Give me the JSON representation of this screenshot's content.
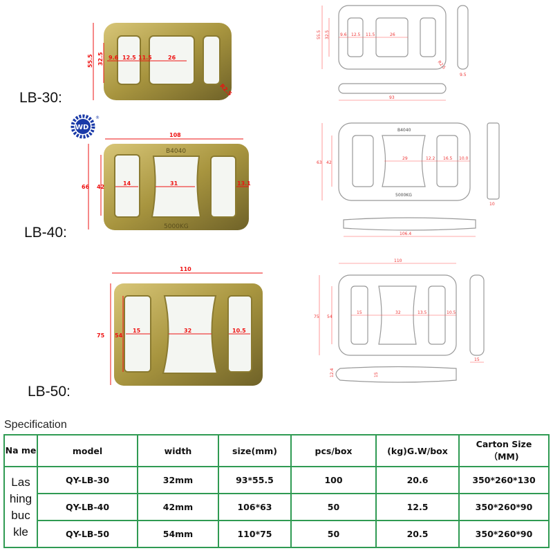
{
  "models": [
    {
      "label": "LB-30:",
      "photo_dims": {
        "height": "55.5",
        "inner": "32.5",
        "a": "9.6",
        "b": "12.5",
        "c": "11.5",
        "d": "26",
        "r": "R2.5"
      },
      "drawing_dims": {
        "height": "55.5",
        "inner": "32.5",
        "a": "9.6",
        "b": "12.5",
        "c": "11.5",
        "d": "26",
        "r": "R2.5",
        "thick": "9.5",
        "width": "93"
      }
    },
    {
      "label": "LB-40:",
      "photo_dims": {
        "width": "108",
        "height": "66",
        "inner": "42",
        "a": "14",
        "d": "31",
        "e": "13.1",
        "top_mark": "B4040",
        "bottom_mark": "5000KG"
      },
      "drawing_dims": {
        "height": "63",
        "inner": "42",
        "d": "29",
        "c": "12.2",
        "b": "16.5",
        "e": "10.0",
        "thick": "10",
        "width": "106.4",
        "top_mark": "B4040",
        "bottom_mark": "5000KG"
      }
    },
    {
      "label": "LB-50:",
      "photo_dims": {
        "width": "110",
        "height": "75",
        "inner": "54",
        "a": "15",
        "d": "32",
        "e": "10.5"
      },
      "drawing_dims": {
        "width": "110",
        "height": "75",
        "inner": "54",
        "a": "15",
        "d": "32",
        "c": "13.5",
        "e": "10.5",
        "thick": "15",
        "edge": "12.4",
        "mid": "15"
      }
    }
  ],
  "logo": {
    "text": "WD",
    "registered": "®",
    "color": "#1a3aa8"
  },
  "specification": {
    "title": "Specification",
    "headers": [
      "Na me",
      "model",
      "width",
      "size(mm)",
      "pcs/box",
      "(kg)G.W/box",
      "Carton Size （MM)"
    ],
    "name_cell": "Las hing buc kle",
    "rows": [
      [
        "QY-LB-30",
        "32mm",
        "93*55.5",
        "100",
        "20.6",
        "350*260*130"
      ],
      [
        "QY-LB-40",
        "42mm",
        "106*63",
        "50",
        "12.5",
        "350*260*90"
      ],
      [
        "QY-LB-50",
        "54mm",
        "110*75",
        "50",
        "20.5",
        "350*260*90"
      ]
    ]
  },
  "colors": {
    "table_border": "#2f9a52",
    "dimension": "#e11111",
    "metal": "#b8a24a"
  }
}
